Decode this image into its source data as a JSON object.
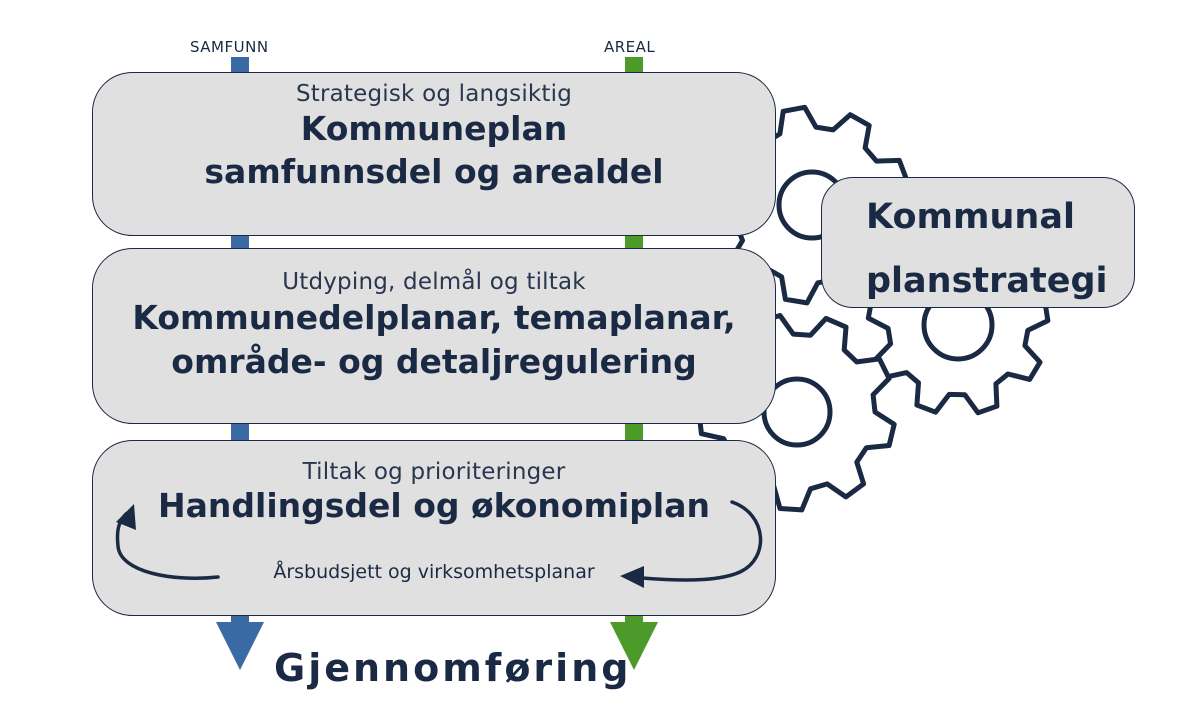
{
  "lanes": {
    "left": "SAMFUNN",
    "right": "AREAL"
  },
  "levels": [
    {
      "subtitle": "Strategisk og langsiktig",
      "title_line1": "Kommuneplan",
      "title_line2": "samfunnsdel og arealdel"
    },
    {
      "subtitle": "Utdyping, delmål og tiltak",
      "title_line1": "Kommunedelplanar, temaplanar,",
      "title_line2": "område- og detaljregulering"
    },
    {
      "subtitle": "Tiltak og prioriteringer",
      "title_line1": "Handlingsdel og økonomiplan",
      "cycle_label": "Årsbudsjett og virksomhetsplanar"
    }
  ],
  "strategy": {
    "title_line1": "Kommunal",
    "title_line2": "planstrategi"
  },
  "footer": "Gjennomføring",
  "colors": {
    "samfunn_lane": "#3a6aa3",
    "areal_lane": "#4c9a2a",
    "box_fill": "#e0e0e0",
    "text_navy": "#1b2a44",
    "gear_stroke": "#1b2a44"
  }
}
